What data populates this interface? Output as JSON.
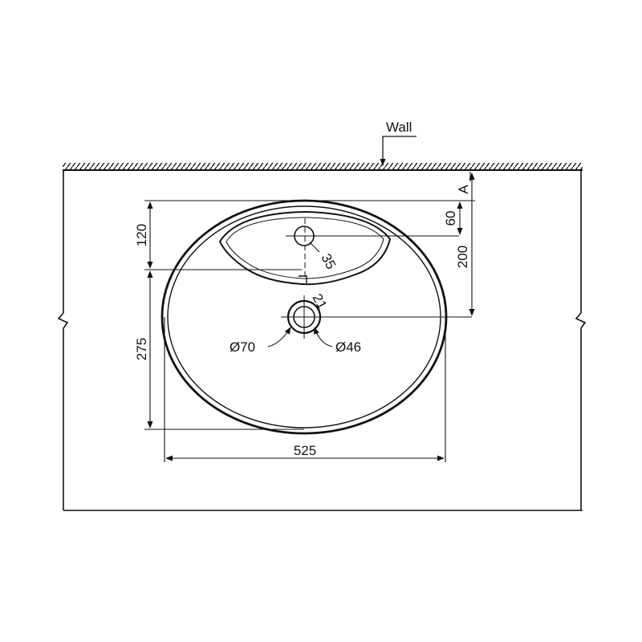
{
  "labels": {
    "wall": "Wall",
    "section_marker": "A",
    "width": "525",
    "upper_depth": "120",
    "lower_depth": "275",
    "tap_offset": "60",
    "drain_offset": "200",
    "tap_hole": "35",
    "overflow_gap": "21",
    "outer_drain": "Ø70",
    "inner_drain": "Ø46"
  },
  "colors": {
    "line": "#111111",
    "background": "#ffffff"
  }
}
